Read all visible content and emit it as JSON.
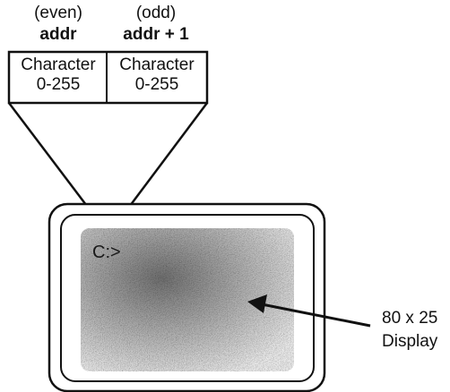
{
  "memory": {
    "even": {
      "parity": "(even)",
      "address": "addr",
      "content": "Character",
      "range": "0-255"
    },
    "odd": {
      "parity": "(odd)",
      "address": "addr + 1",
      "content": "Character",
      "range": "0-255"
    }
  },
  "screen": {
    "prompt": "C:>",
    "caption_line1": "80 x 25",
    "caption_line2": "Display"
  },
  "colors": {
    "ink": "#111111",
    "screen_noise_dark": "#3a3a3a",
    "screen_noise_light": "#cfcfcf"
  }
}
